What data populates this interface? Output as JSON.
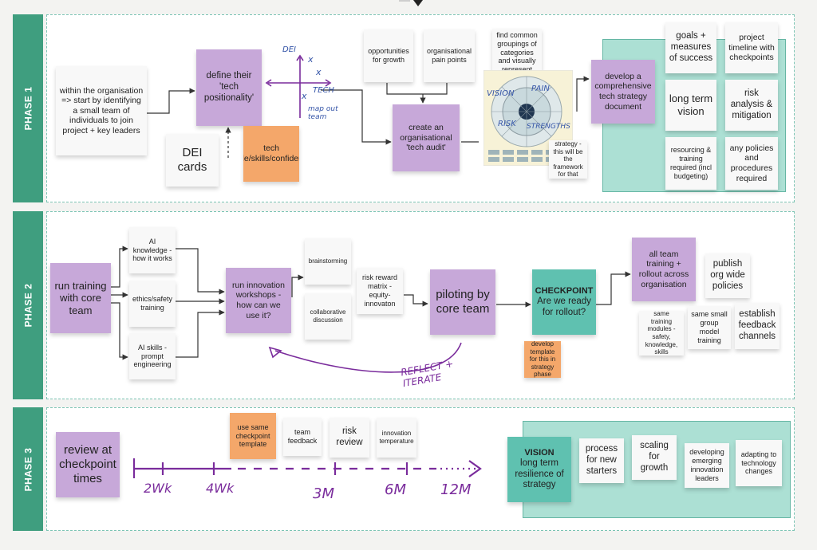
{
  "phases": {
    "phase1": "PHASE 1",
    "phase2": "PHASE 2",
    "phase3": "PHASE 3"
  },
  "phase1": {
    "team": "within the organisation => start by identifying a small team of individuals to join project + key leaders",
    "positionality": "define their 'tech positionality'",
    "dei_cards": "DEI cards",
    "tech_attitude": "tech attitude/skills/confidence??",
    "opportunities": "opportunities for growth",
    "pain_points": "organisational pain points",
    "tech_audit": "create an organisational 'tech audit'",
    "common_groupings": "find common groupings of categories and visually represent",
    "setup_strategy": "set up for strategy - this will be the framework for that document",
    "strategy_doc": "develop a comprehensive tech strategy document",
    "goals": "goals + measures of success",
    "timeline": "project timeline with checkpoints",
    "long_term_vision": "long term vision",
    "risk_analysis": "risk analysis & mitigation",
    "resourcing": "resourcing & training required (incl budgeting)",
    "policies": "any policies and procedures required",
    "hw_dei": "DEI",
    "hw_tech": "TECH",
    "hw_map": "map out team",
    "hw_x": "x",
    "hw_wheel_1": "VISION",
    "hw_wheel_2": "PAIN",
    "hw_wheel_3": "RISK",
    "hw_wheel_4": "STRENGTHS"
  },
  "phase2": {
    "run_training": "run training with core team",
    "ai_knowledge": "AI knowledge - how it works",
    "ethics": "ethics/safety training",
    "ai_skills": "AI skills - prompt engineering",
    "innovation_workshops": "run innovation workshops - how can we use it?",
    "brainstorming": "brainstorming",
    "collaborative": "collaborative discussion",
    "risk_reward": "risk reward matrix - equity-innovaton",
    "piloting": "piloting by core team",
    "checkpoint_title": "CHECKPOINT",
    "checkpoint_body": "Are we ready for rollout?",
    "develop_template": "develop template for this in strategy phase",
    "all_team": "all team training + rollout across organisation",
    "publish": "publish org wide policies",
    "same_modules": "same training modules - safety, knowledge, skills",
    "same_group": "same small group model training",
    "feedback_channels": "establish feedback channels",
    "hw_reflect": "REFLECT + ITERATE"
  },
  "phase3": {
    "review": "review at checkpoint times",
    "use_same": "use same checkpoint template",
    "team_feedback": "team feedback",
    "risk_review": "risk review",
    "innovation_temp": "innovation temperature",
    "vision_title": "VISION",
    "vision_body": "long term resilience of strategy",
    "process": "process for new starters",
    "scaling": "scaling for growth",
    "developing": "developing emerging innovation leaders",
    "adapting": "adapting to technology changes",
    "tl_2wk": "2Wk",
    "tl_4wk": "4Wk",
    "tl_3m": "3M",
    "tl_6m": "6M",
    "tl_12m": "12M"
  }
}
